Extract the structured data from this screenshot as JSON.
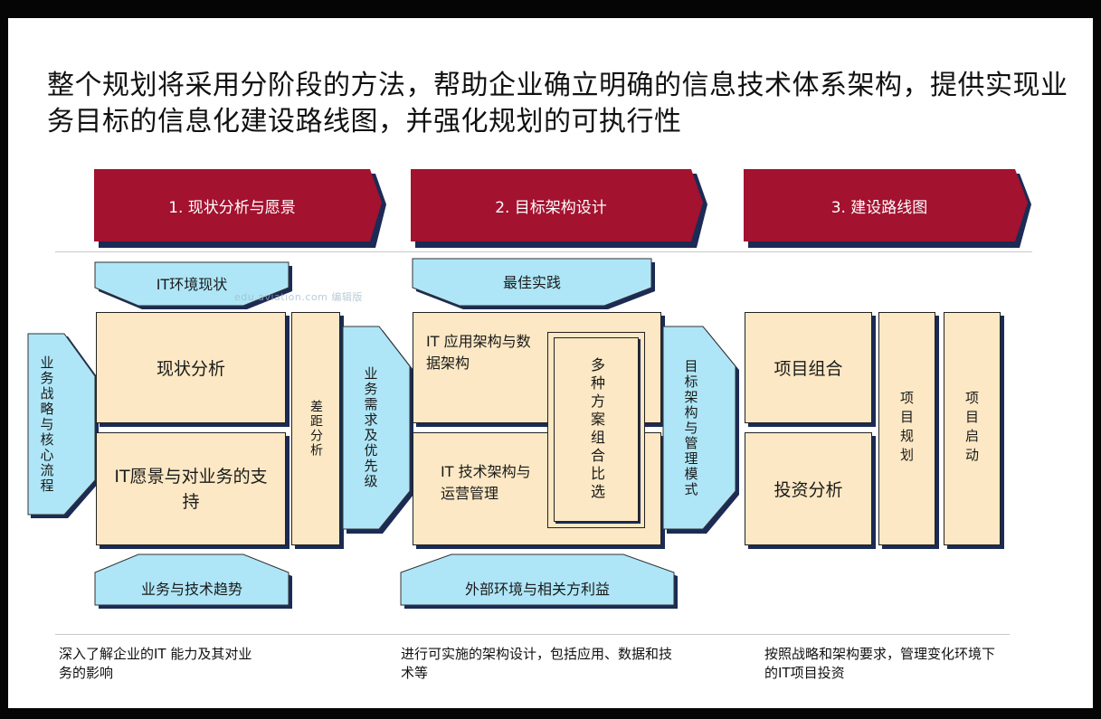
{
  "title": {
    "line1": "整个规划将采用分阶段的方法，帮助企业确立明确的信息技术体系架构，提供实现业",
    "line2": "务目标的信息化建设路线图，并强化规划的可执行性"
  },
  "phases": [
    {
      "label": "1. 现状分析与愿景"
    },
    {
      "label": "2. 目标架构设计"
    },
    {
      "label": "3. 建设路线图"
    }
  ],
  "phase1": {
    "top_input": "IT环境现状",
    "left_input": "业务战略与核心流程",
    "box_top": "现状分析",
    "box_bottom": "IT愿景与对业务的支持",
    "gap": "差距分析",
    "bottom_input": "业务与技术趋势",
    "output": "业务需求及优先级"
  },
  "phase2": {
    "top_input": "最佳实践",
    "box_top": "IT 应用架构与数据架构",
    "box_bottom": "IT 技术架构与运营管理",
    "center": "多种方案组合比选",
    "bottom_input": "外部环境与相关方利益",
    "output": "目标架构与管理模式"
  },
  "phase3": {
    "box_top": "项目组合",
    "box_bottom": "投资分析",
    "col1": "项目规划",
    "col2": "项目启动"
  },
  "footer": {
    "col1": "深入了解企业的IT 能力及其对业务的影响",
    "col2": "进行可实施的架构设计，包括应用、数据和技术等",
    "col3": "按照战略和架构要求，管理变化环境下的IT项目投资"
  },
  "watermark": "edu.aviation.com 编辑版",
  "colors": {
    "phase_red": "#a3122f",
    "light_blue": "#aee6f7",
    "tan": "#fce8c4",
    "shadow_navy": "#1b2b55"
  }
}
